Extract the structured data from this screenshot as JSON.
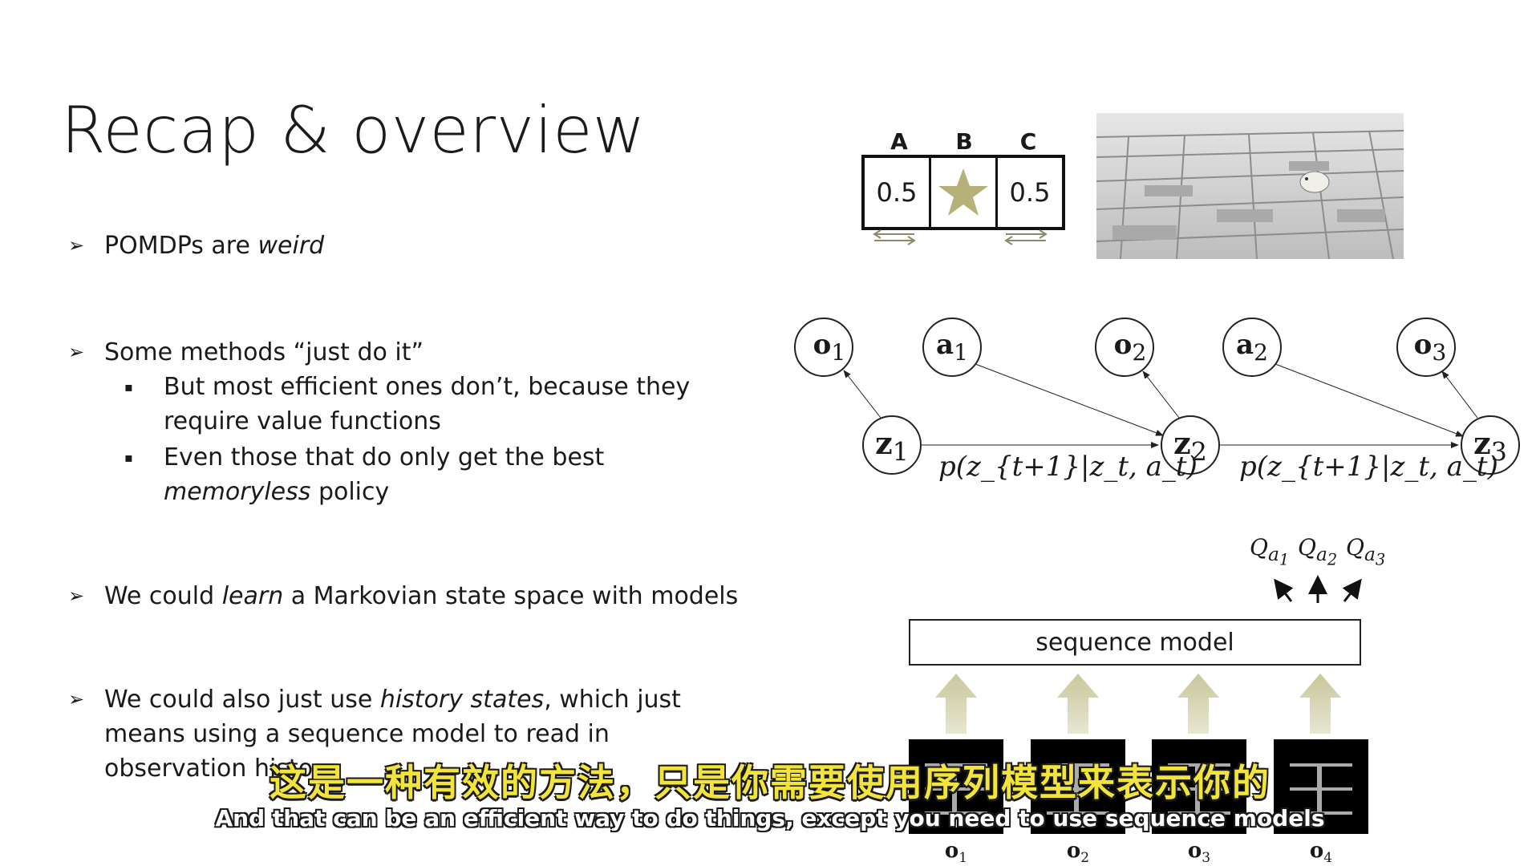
{
  "slide": {
    "title": "Recap & overview",
    "bullets": [
      {
        "parts": [
          "POMDPs are ",
          "weird"
        ]
      },
      {
        "text": "Some methods “just do it”"
      },
      {
        "parts": [
          "We could ",
          "learn",
          " a Markovian state space with models"
        ]
      },
      {
        "parts": [
          "We could also just use ",
          "history states",
          ", which just means using a sequence model to read in observation histo"
        ]
      }
    ],
    "sub_bullets": [
      {
        "text": "But most efficient ones don’t, because they require value functions"
      },
      {
        "parts": [
          "Even those that do only get the best ",
          "memoryless",
          " policy"
        ]
      }
    ],
    "bullet_mark": "➢",
    "sub_bullet_mark": "▪"
  },
  "cells": {
    "labels": [
      "A",
      "B",
      "C"
    ],
    "values": [
      "0.5",
      "",
      "0.5"
    ],
    "star_color": "#b5b178"
  },
  "graph": {
    "obs_nodes": [
      {
        "base": "o",
        "sub": "1"
      },
      {
        "base": "o",
        "sub": "2"
      },
      {
        "base": "o",
        "sub": "3"
      }
    ],
    "action_nodes": [
      {
        "base": "a",
        "sub": "1"
      },
      {
        "base": "a",
        "sub": "2"
      }
    ],
    "state_nodes": [
      {
        "base": "z",
        "sub": "1"
      },
      {
        "base": "z",
        "sub": "2"
      },
      {
        "base": "z",
        "sub": "3"
      }
    ],
    "transition_label": "p(z_{t+1}|z_t, a_t)"
  },
  "sequence": {
    "box_label": "sequence model",
    "q_labels": [
      {
        "base": "Q",
        "sub": "a",
        "subsub": "1"
      },
      {
        "base": "Q",
        "sub": "a",
        "subsub": "2"
      },
      {
        "base": "Q",
        "sub": "a",
        "subsub": "3"
      }
    ],
    "frames": [
      {
        "base": "o",
        "sub": "1"
      },
      {
        "base": "o",
        "sub": "2"
      },
      {
        "base": "o",
        "sub": "3"
      },
      {
        "base": "o",
        "sub": "4"
      }
    ],
    "arrow_color": "#c8c79a"
  },
  "subtitles": {
    "zh": "这是一种有效的方法，只是你需要使用序列模型来表示你的",
    "en": "And that can be an efficient way to do things, except you need to use sequence models"
  }
}
